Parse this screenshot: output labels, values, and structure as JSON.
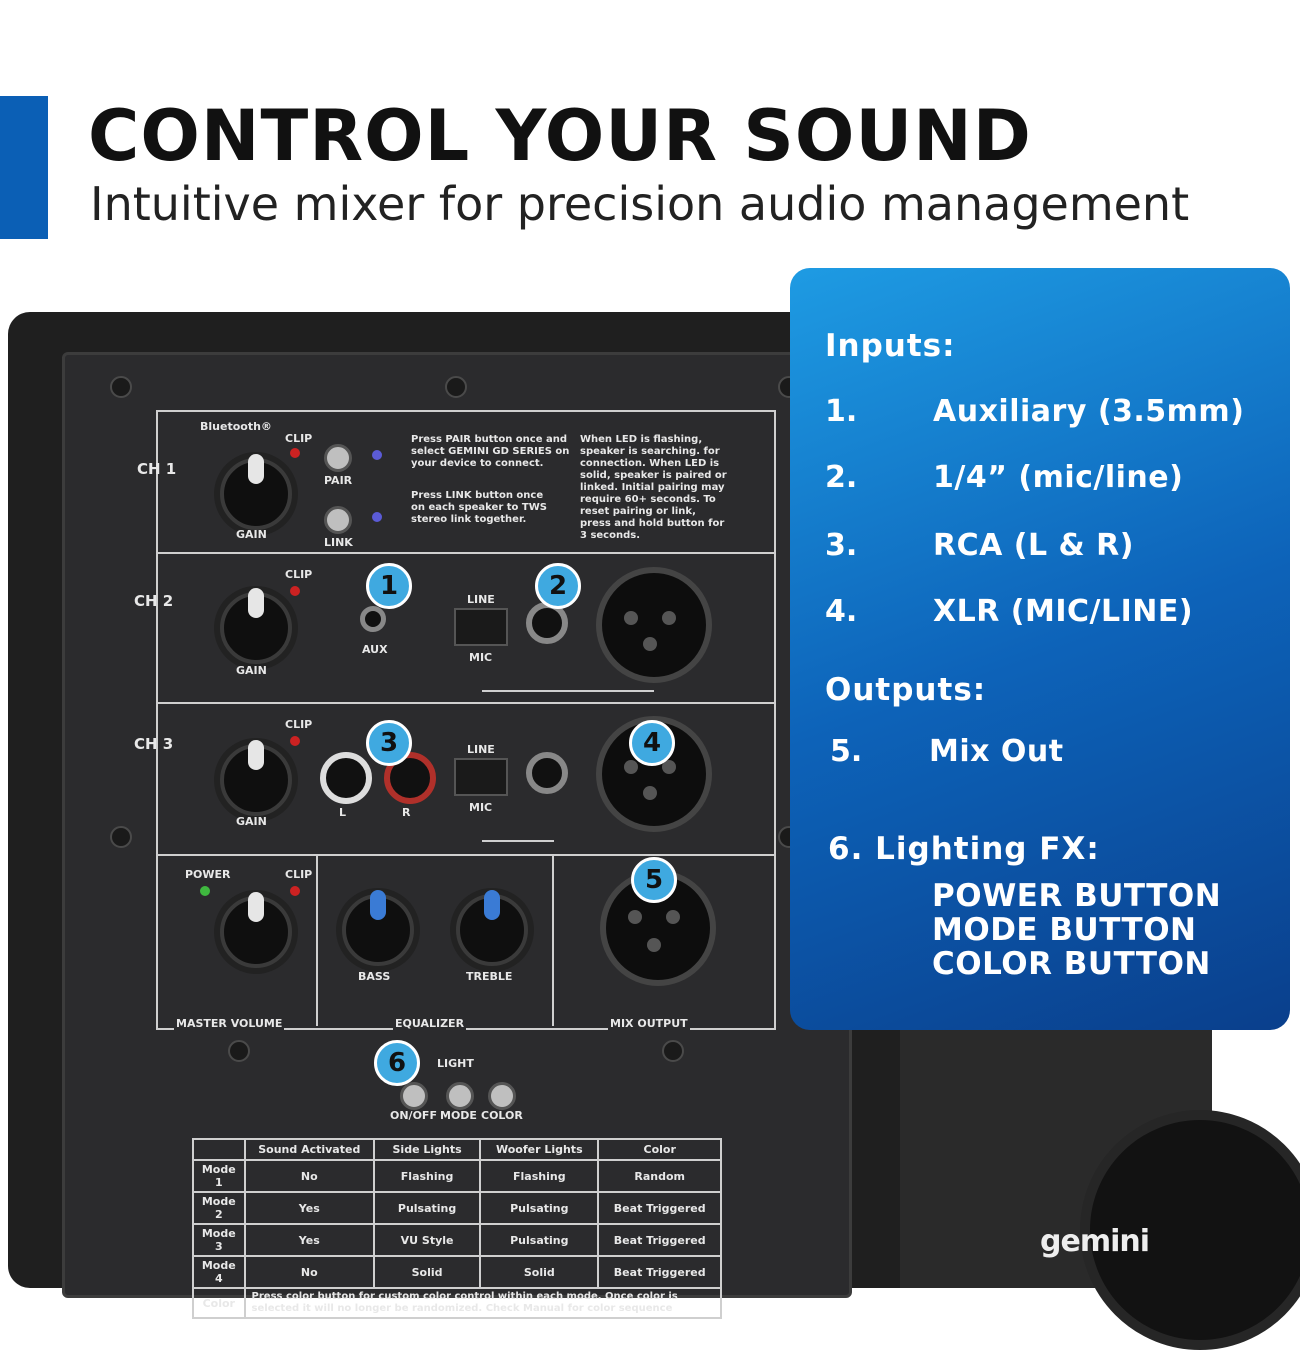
{
  "header": {
    "title": "CONTROL YOUR SOUND",
    "subtitle": "Intuitive mixer for precision audio management"
  },
  "panel": {
    "bluetooth_label": "Bluetooth®",
    "ch1": {
      "label": "CH 1",
      "clip": "CLIP",
      "gain": "GAIN",
      "pair": "PAIR",
      "link": "LINK",
      "pair_text": "Press PAIR button once and select GEMINI GD SERIES on your device to connect.",
      "link_text": "Press LINK button once on each speaker to TWS stereo link together.",
      "led_text": "When LED is flashing, speaker is searching. for connection. When LED is solid, speaker is paired or linked. Initial pairing may require 60+ seconds. To reset pairing or link, press and hold button for 3 seconds."
    },
    "ch2": {
      "label": "CH 2",
      "clip": "CLIP",
      "gain": "GAIN",
      "aux": "AUX",
      "line": "LINE",
      "mic": "MIC"
    },
    "ch3": {
      "label": "CH 3",
      "clip": "CLIP",
      "gain": "GAIN",
      "l": "L",
      "r": "R",
      "line": "LINE",
      "mic": "MIC"
    },
    "master": {
      "power": "POWER",
      "clip": "CLIP",
      "bass": "BASS",
      "treble": "TREBLE",
      "master_volume": "MASTER VOLUME",
      "equalizer": "EQUALIZER",
      "mix_output": "MIX OUTPUT"
    },
    "light": {
      "label": "LIGHT",
      "on_off": "ON/OFF",
      "mode": "MODE",
      "color": "COLOR"
    },
    "badges": [
      "1",
      "2",
      "3",
      "4",
      "5",
      "6"
    ],
    "brand": "gemini"
  },
  "mode_table": {
    "headers": [
      "",
      "Sound Activated",
      "Side Lights",
      "Woofer Lights",
      "Color"
    ],
    "rows": [
      [
        "Mode 1",
        "No",
        "Flashing",
        "Flashing",
        "Random"
      ],
      [
        "Mode 2",
        "Yes",
        "Pulsating",
        "Pulsating",
        "Beat Triggered"
      ],
      [
        "Mode 3",
        "Yes",
        "VU Style",
        "Pulsating",
        "Beat Triggered"
      ],
      [
        "Mode 4",
        "No",
        "Solid",
        "Solid",
        "Beat Triggered"
      ]
    ],
    "color_row": {
      "label": "Color",
      "text": "Press color button for custom color control within each mode. Once color is selected it will no longer be randomized. Check Manual for color sequence"
    }
  },
  "card": {
    "inputs_heading": "Inputs:",
    "inputs": [
      {
        "num": "1.",
        "label": "Auxiliary (3.5mm)"
      },
      {
        "num": "2.",
        "label": "1/4” (mic/line)"
      },
      {
        "num": "3.",
        "label": "RCA (L & R)"
      },
      {
        "num": "4.",
        "label": "XLR (MIC/LINE)"
      }
    ],
    "outputs_heading": "Outputs:",
    "outputs": [
      {
        "num": "5.",
        "label": "Mix Out"
      }
    ],
    "lighting_heading": "6. Lighting FX:",
    "lighting_items": [
      "POWER BUTTON",
      "MODE BUTTON",
      "COLOR BUTTON"
    ]
  },
  "colors": {
    "accent": "#0b5fb5",
    "card_top": "#1e9be3",
    "card_bottom": "#0a3f8c",
    "badge": "#3fa9e0"
  }
}
